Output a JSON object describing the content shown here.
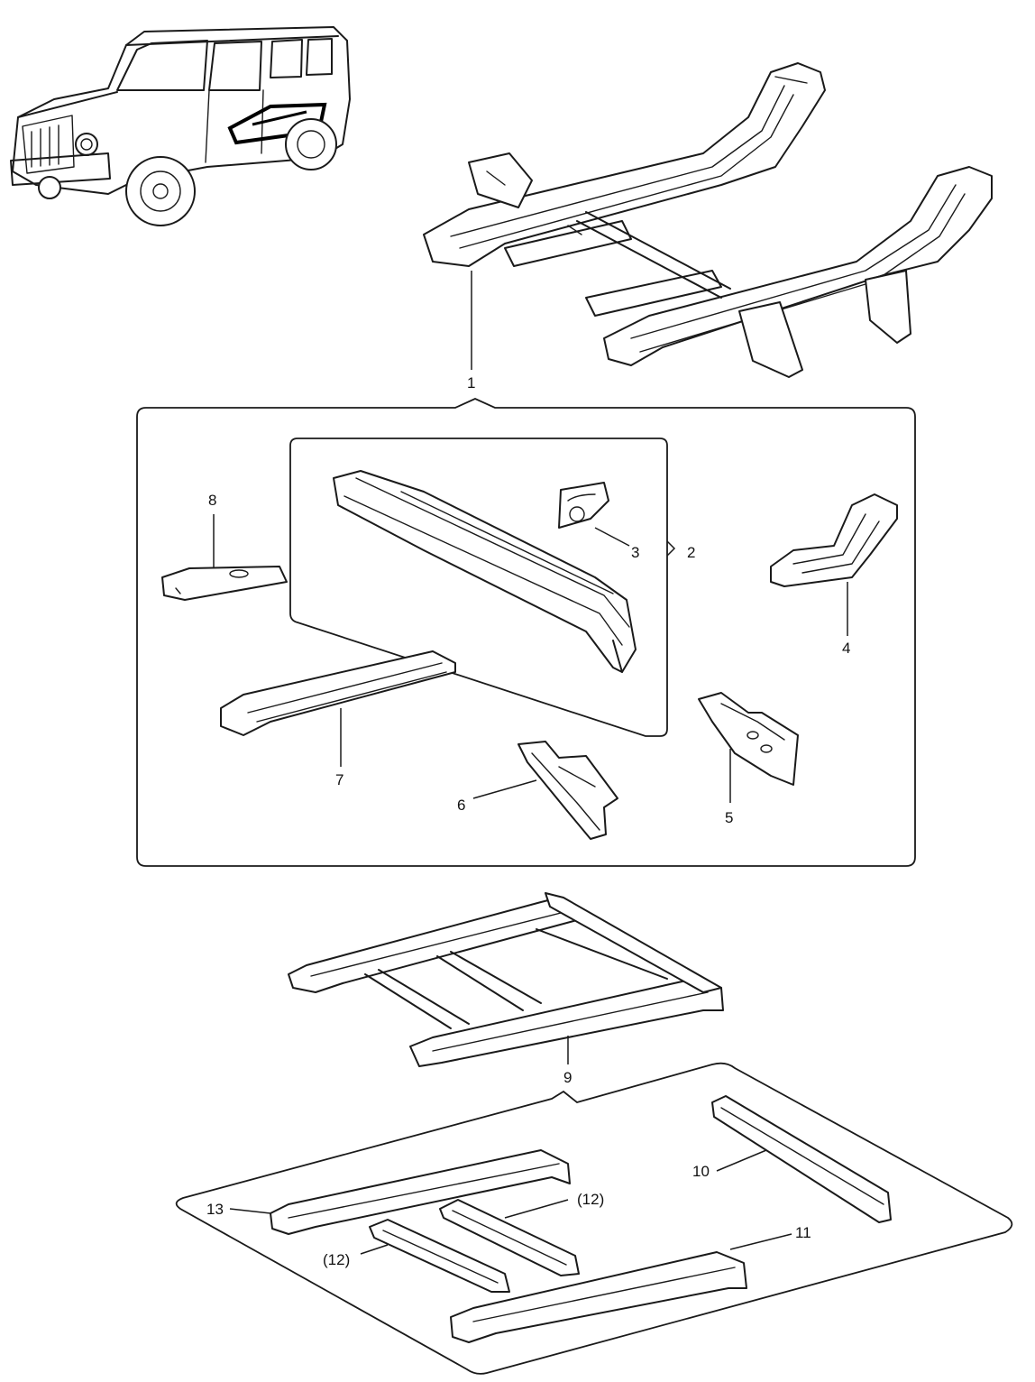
{
  "callouts": {
    "c1": "1",
    "c2": "2",
    "c3": "3",
    "c4": "4",
    "c5": "5",
    "c6": "6",
    "c7": "7",
    "c8": "8",
    "c9": "9",
    "c10": "10",
    "c11": "11",
    "c12a": "(12)",
    "c12b": "(12)",
    "c13": "13"
  },
  "icons": {
    "vehicle": "vehicle-locator-icon"
  }
}
